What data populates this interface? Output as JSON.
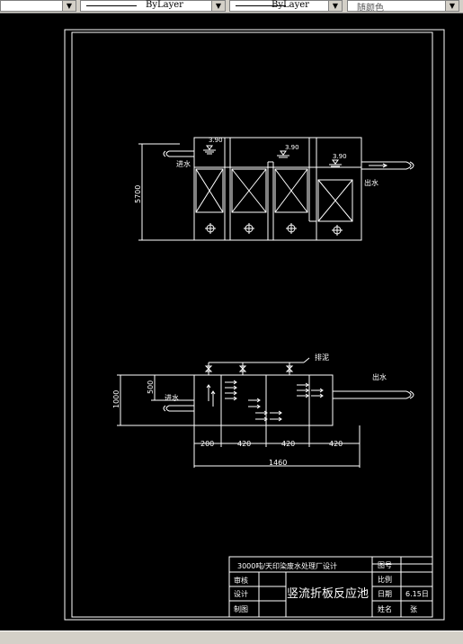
{
  "toolbar": {
    "linetype_value": "ByLayer",
    "lineweight_value": "ByLayer",
    "color_value": "随颜色"
  },
  "elevation": {
    "water_level_labels": [
      "3.90",
      "3.90",
      "3.90"
    ],
    "height_dim": "5700",
    "inlet_label": "进水",
    "outlet_label": "出水"
  },
  "plan": {
    "sludge_label": "排泥",
    "inlet_label": "进水",
    "outlet_label": "出水",
    "height_dims": [
      "1000",
      "500"
    ],
    "width_dims": [
      "200",
      "420",
      "420",
      "420"
    ],
    "total_dim": "1460"
  },
  "title_block": {
    "project": "3000吨/天印染废水处理厂设计",
    "drawing_no_label": "图号",
    "review_label": "审核",
    "scale_label": "比例",
    "design_label": "设计",
    "date_label": "日期",
    "date_value": "6.15日",
    "drawing_label": "制图",
    "name_label": "姓名",
    "name_value": "张",
    "drawing_title": "竖流折板反应池"
  }
}
